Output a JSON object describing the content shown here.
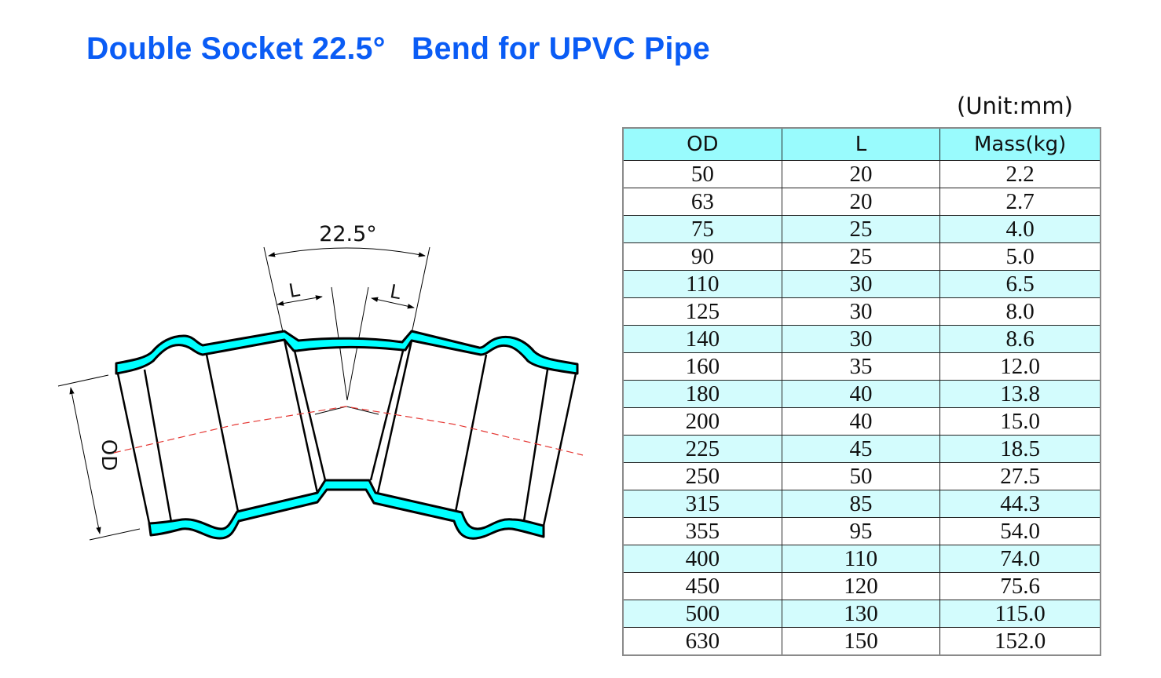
{
  "title": {
    "part1": "Double Socket 22.5°",
    "part2": "Bend for UPVC Pipe"
  },
  "unit_note": "(Unit:mm)",
  "diagram": {
    "angle_label": "22.5°",
    "length_label_left": "L",
    "length_label_right": "L",
    "diameter_label": "OD",
    "colors": {
      "pipe_wall": "#00ffff",
      "outline": "#000000",
      "centerline": "#e53935"
    }
  },
  "table": {
    "headers": [
      "OD",
      "L",
      "Mass(kg)"
    ],
    "rows": [
      [
        "50",
        "20",
        "2.2"
      ],
      [
        "63",
        "20",
        "2.7"
      ],
      [
        "75",
        "25",
        "4.0"
      ],
      [
        "90",
        "25",
        "5.0"
      ],
      [
        "110",
        "30",
        "6.5"
      ],
      [
        "125",
        "30",
        "8.0"
      ],
      [
        "140",
        "30",
        "8.6"
      ],
      [
        "160",
        "35",
        "12.0"
      ],
      [
        "180",
        "40",
        "13.8"
      ],
      [
        "200",
        "40",
        "15.0"
      ],
      [
        "225",
        "45",
        "18.5"
      ],
      [
        "250",
        "50",
        "27.5"
      ],
      [
        "315",
        "85",
        "44.3"
      ],
      [
        "355",
        "95",
        "54.0"
      ],
      [
        "400",
        "110",
        "74.0"
      ],
      [
        "450",
        "120",
        "75.6"
      ],
      [
        "500",
        "130",
        "115.0"
      ],
      [
        "630",
        "150",
        "152.0"
      ]
    ],
    "shaded_rows": [
      2,
      4,
      6,
      8,
      10,
      12,
      14,
      16
    ],
    "colors": {
      "header_bg": "#99fbfd",
      "shade_bg": "#d3fcfd"
    }
  }
}
